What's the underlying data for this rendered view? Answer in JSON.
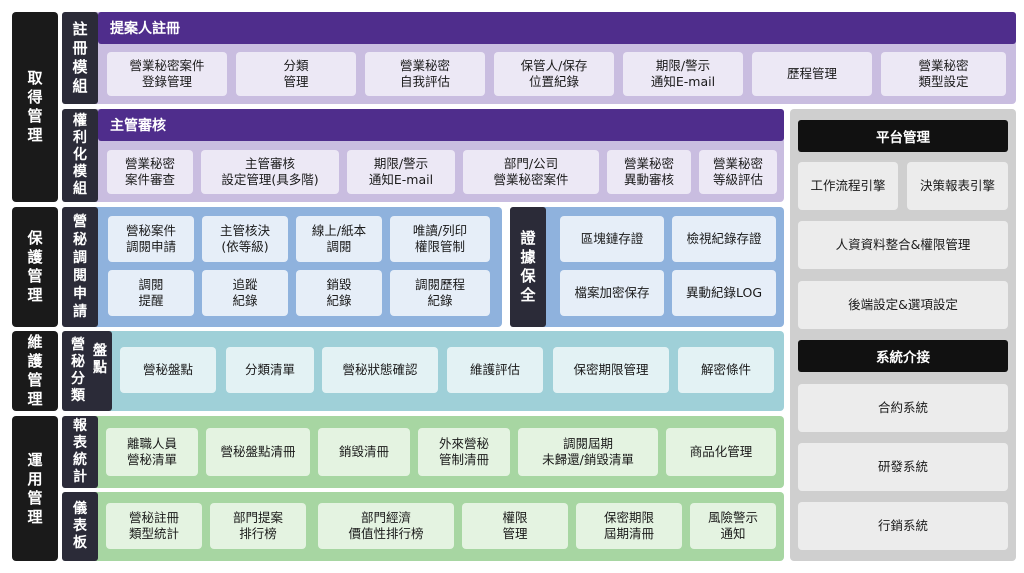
{
  "sections": {
    "acquire": "取得管理",
    "protect": "保護管理",
    "maintain": "維護管理",
    "operate": "運用管理"
  },
  "register": {
    "label": "註冊模組",
    "header": "提案人註冊",
    "items": [
      "營業秘密案件\n登錄管理",
      "分類\n管理",
      "營業秘密\n自我評估",
      "保管人/保存\n位置紀錄",
      "期限/警示\n通知E-mail",
      "歷程管理",
      "營業秘密\n類型設定"
    ]
  },
  "rights": {
    "label": "權利化模組",
    "header": "主管審核",
    "items": [
      "營業秘密\n案件審查",
      "主管審核\n設定管理(具多階)",
      "期限/警示\n通知E-mail",
      "部門/公司\n營業秘密案件",
      "營業秘密\n異動審核",
      "營業秘密\n等級評估"
    ]
  },
  "access": {
    "label": "營秘調閱申請",
    "items": [
      "營秘案件\n調閱申請",
      "主管核決\n(依等級)",
      "線上/紙本\n調閱",
      "唯讀/列印\n權限管制",
      "調閱\n提醒",
      "追蹤\n紀錄",
      "銷毀\n紀錄",
      "調閱歷程\n紀錄"
    ]
  },
  "evidence": {
    "label": "證據保全",
    "items": [
      "區塊鏈存證",
      "檢視紀錄存證",
      "檔案加密保存",
      "異動紀錄LOG"
    ]
  },
  "inventory": {
    "label_main": "營秘分類",
    "label_side": "盤點",
    "items": [
      "營秘盤點",
      "分類清單",
      "營秘狀態確認",
      "維護評估",
      "保密期限管理",
      "解密條件"
    ]
  },
  "reports": {
    "label": "報表統計",
    "items": [
      "離職人員\n營秘清單",
      "營秘盤點清冊",
      "銷毀清冊",
      "外來營秘\n管制清冊",
      "調閱屆期\n未歸還/銷毀清單",
      "商品化管理"
    ]
  },
  "dashboard": {
    "label": "儀表板",
    "items": [
      "營秘註冊\n類型統計",
      "部門提案\n排行榜",
      "部門經濟\n價值性排行榜",
      "權限\n管理",
      "保密期限\n屆期清冊",
      "風險警示\n通知"
    ]
  },
  "platform": {
    "header": "平台管理",
    "items": [
      "工作流程引擎",
      "決策報表引擎",
      "人資資料整合&權限管理",
      "後端設定&選項設定"
    ]
  },
  "integration": {
    "header": "系統介接",
    "items": [
      "合約系統",
      "研發系統",
      "行銷系統"
    ]
  }
}
